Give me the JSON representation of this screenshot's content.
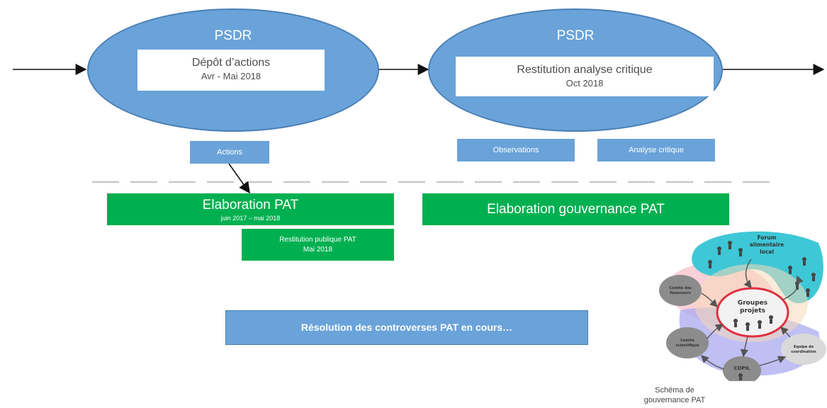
{
  "phase1": {
    "title": "PSDR",
    "box_line1": "Dépôt d’actions",
    "box_line2": "Avr - Mai 2018",
    "tag": "Actions"
  },
  "phase2": {
    "title": "PSDR",
    "box_line1": "Restitution analyse critique",
    "box_line2": "Oct 2018",
    "tag1": "Observations",
    "tag2": "Analyse critique"
  },
  "green1": {
    "title": "Elaboration PAT",
    "subtitle": "juin 2017 – mai 2018"
  },
  "green2": {
    "line1": "Restitution publique PAT",
    "line2": "Mai 2018"
  },
  "green3": {
    "title": "Elaboration gouvernance PAT"
  },
  "resolution": "Résolution des controverses PAT en cours…",
  "governance": {
    "forum": [
      "Forum",
      "alimentaire",
      "local"
    ],
    "financeurs": [
      "Comité des",
      "financeurs"
    ],
    "groupes": [
      "Groupes",
      "projets"
    ],
    "scientifique": [
      "Comité",
      "scientifique"
    ],
    "copil": "COPIL",
    "coordination": [
      "Equipe de",
      "coordination"
    ],
    "caption_line1": "Schéma de",
    "caption_line2": "gouvernance PAT"
  },
  "colors": {
    "ellipse": "#6aa3d9",
    "green": "#00b050",
    "resolution_bg": "#6aa3d9"
  }
}
